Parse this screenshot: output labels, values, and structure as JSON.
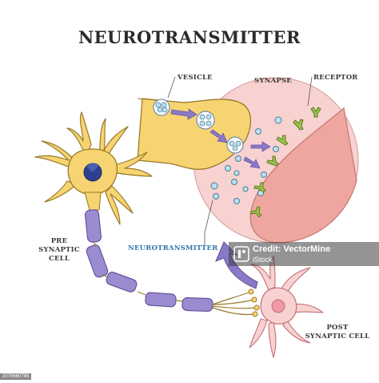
{
  "title": "NEUROTRANSMITTER",
  "labels": {
    "vesicle": "VESICLE",
    "synapse": "SYNAPSE",
    "receptor": "RECEPTOR",
    "neurotransmitter": "NEUROTRANSMITTER",
    "pre_line1": "PRE",
    "pre_line2": "SYNAPTIC CELL",
    "post_line1": "POST",
    "post_line2": "SYNAPTIC CELL"
  },
  "watermark": {
    "credit_line1": "Credit: VectorMine",
    "credit_line2": "iStock",
    "image_id": "2079660785"
  },
  "colors": {
    "neuron_fill": "#f7d472",
    "neuron_stroke": "#9a7a2a",
    "nucleus": "#2e3f8f",
    "axon_sheath": "#9b8bd0",
    "synapse_bg": "#f7d2d0",
    "post_membrane": "#f0a6a0",
    "receptor": "#9bc24a",
    "transmitter": "#b7e2ef",
    "arrow": "#8a78c8",
    "label_blue": "#2f77a8"
  }
}
